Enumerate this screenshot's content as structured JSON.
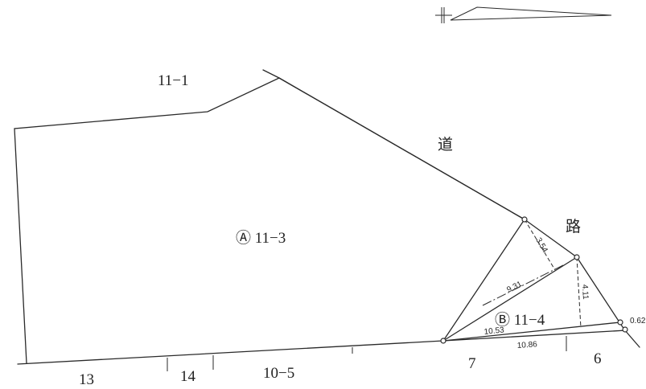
{
  "labels": {
    "lot_11_1": "11−1",
    "road_1": "道",
    "road_2": "路",
    "lot_a": "Ⓐ 11−3",
    "lot_b": "Ⓑ 11−4",
    "lot_13": "13",
    "lot_14": "14",
    "lot_10_5": "10−5",
    "lot_7": "7",
    "lot_6": "6"
  },
  "dimensions": {
    "d_354": "3.54",
    "d_931": "9.31",
    "d_411": "4.11",
    "d_062": "0.62",
    "d_1053": "10.53",
    "d_1086": "10.86"
  }
}
